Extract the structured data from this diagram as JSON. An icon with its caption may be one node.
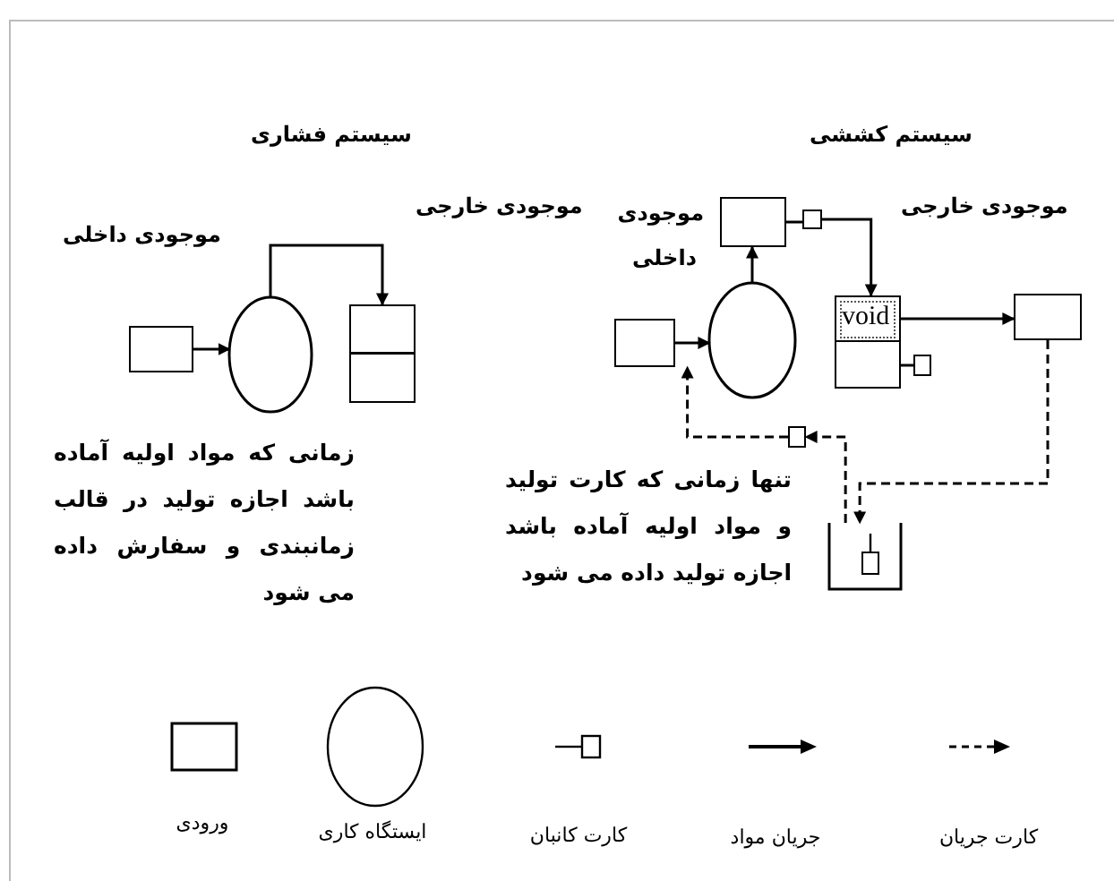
{
  "diagram": {
    "nodes": [
      {
        "text": [],
        "shape": "box"
      },
      {
        "text": [],
        "shape": "circle"
      },
      {
        "text": [],
        "shape": "box"
      },
      {
        "text": [],
        "shape": "box"
      },
      {
        "text": [],
        "shape": "box"
      },
      {
        "text": [],
        "shape": "box"
      },
      {
        "text": [],
        "shape": "circle"
      },
      {
        "text": [
          "void"
        ]
      },
      {
        "text": [],
        "shape": "box"
      },
      {
        "text": [],
        "shape": "box"
      },
      {
        "text": [],
        "shape": "box"
      },
      {
        "text": [],
        "shape": "box"
      },
      {
        "text": [],
        "shape": "box",
        "in": 11
      }
    ],
    "edges": [
      {
        "from": 0,
        "to": 1,
        "arrow": "to"
      },
      {
        "from": 1,
        "to": 2,
        "arrow": "to"
      },
      {
        "from": 5,
        "to": 6,
        "arrow": "to"
      },
      {
        "from": 6,
        "to": 3,
        "arrow": "to"
      },
      {
        "from": 3,
        "to": 4,
        "arrow": "none"
      },
      {
        "from": 4,
        "to": 7,
        "arrow": "to"
      },
      {
        "from": 7,
        "to": 8,
        "arrow": "none"
      },
      {
        "from": 7,
        "to": 9,
        "arrow": "to"
      },
      {
        "from": 9,
        "to": 11,
        "arrow": "to",
        "style": "dashed"
      },
      {
        "from": 11,
        "to": 10,
        "arrow": "to",
        "style": "dashed"
      },
      {
        "from": 10,
        "to": 5,
        "arrow": "to",
        "style": "dashed"
      }
    ],
    "labels": [
      "سیستم فشاری",
      "سیستم کششی",
      "موجودی خارجی",
      "موجودی داخلی",
      "موجودی داخلی",
      "موجودی خارجی",
      "زمانی که مواد اولیه آماده باشد اجازه تولید در قالب زمانبندی و سفارش داده می شود",
      "تنها زمانی که کارت تولید و مواد اولیه آماده باشد اجازه تولید داده می شود"
    ],
    "legend": [
      {
        "text": "کارت جریان"
      },
      {
        "text": "جریان مواد"
      },
      {
        "text": "کارت کانبان"
      },
      {
        "text": "ایستگاه کاری"
      },
      {
        "text": "ورودی"
      }
    ]
  }
}
